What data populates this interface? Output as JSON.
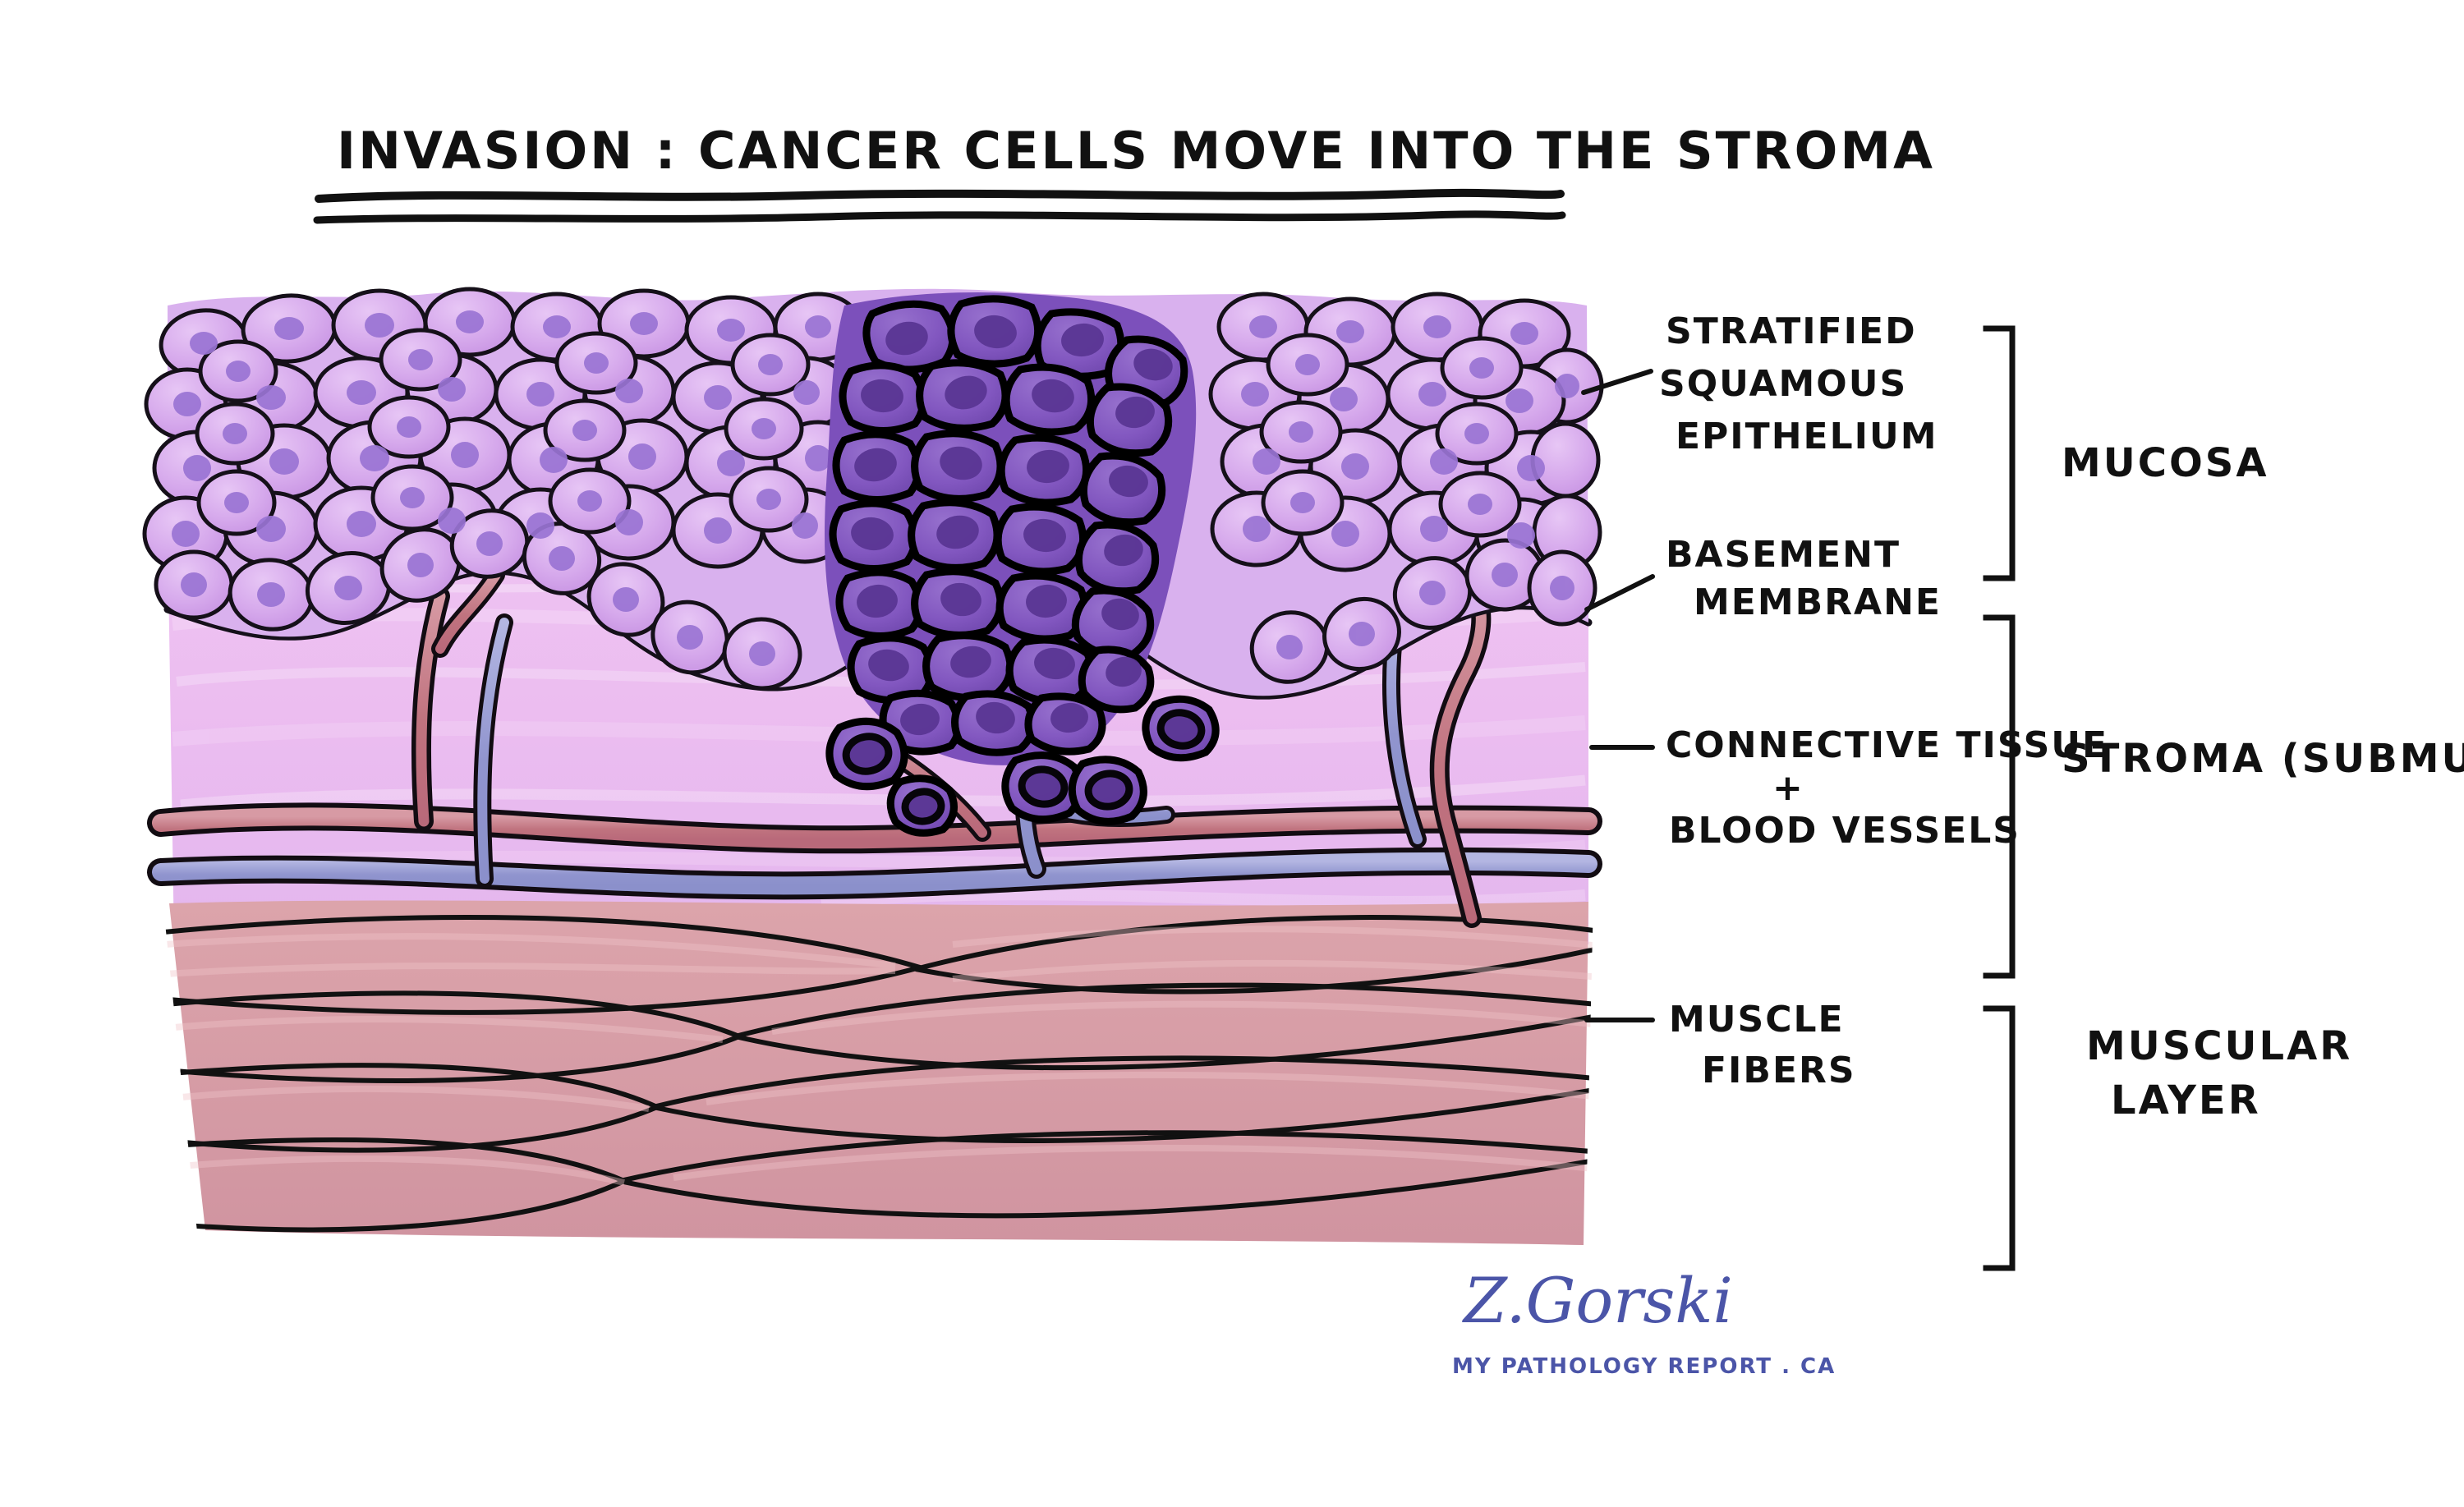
{
  "title": {
    "text": "INVASION : CANCER CELLS MOVE INTO THE STROMA",
    "underline": "double-wavy-rule"
  },
  "diagram": {
    "subject": "histology cross-section of mucosa with invasive carcinoma",
    "layers": [
      {
        "id": "epithelium",
        "name": "stratified squamous epithelium",
        "fill": "#d6a9ec",
        "nucleus": "#9a74d4"
      },
      {
        "id": "tumor",
        "name": "invasive cancer cells",
        "fill": "#8257c0",
        "nucleus": "#5f3a96"
      },
      {
        "id": "stroma",
        "name": "connective tissue stroma",
        "fill": "#eabdee"
      },
      {
        "id": "muscle",
        "name": "muscle fibers",
        "fill": "#d79aa2"
      }
    ],
    "vessels": [
      {
        "id": "artery",
        "name": "artery",
        "color": "#c5818e"
      },
      {
        "id": "vein",
        "name": "vein",
        "color": "#9b9ed6"
      }
    ]
  },
  "callouts": [
    {
      "id": "epithelium",
      "lines": [
        "STRATIFIED",
        "SQUAMOUS",
        "EPITHELIUM"
      ]
    },
    {
      "id": "basement-membrane",
      "lines": [
        "BASEMENT",
        "MEMBRANE"
      ]
    },
    {
      "id": "connective-tissue",
      "lines": [
        "CONNECTIVE TISSUE",
        "+",
        "BLOOD VESSELS"
      ]
    },
    {
      "id": "muscle-fibers",
      "lines": [
        "MUSCLE",
        "FIBERS"
      ]
    }
  ],
  "brackets": [
    {
      "id": "mucosa",
      "label": "MUCOSA"
    },
    {
      "id": "stroma",
      "label": "STROMA (SUBMUCOSA)"
    },
    {
      "id": "muscular",
      "label_lines": [
        "MUSCULAR",
        "LAYER"
      ]
    }
  ],
  "credit": {
    "signature": "Z.Gorski",
    "site": "MY PATHOLOGY REPORT . CA",
    "color": "#4b55a8"
  },
  "callout_text": {
    "epi_l1": "STRATIFIED",
    "epi_l2": "SQUAMOUS",
    "epi_l3": "EPITHELIUM",
    "bm_l1": "BASEMENT",
    "bm_l2": "MEMBRANE",
    "ct_l1": "CONNECTIVE TISSUE",
    "ct_l2": "+",
    "ct_l3": "BLOOD VESSELS",
    "mf_l1": "MUSCLE",
    "mf_l2": "FIBERS"
  },
  "bracket_text": {
    "b1": "MUCOSA",
    "b2": "STROMA (SUBMUCOSA)",
    "b3a": "MUSCULAR",
    "b3b": "LAYER"
  }
}
